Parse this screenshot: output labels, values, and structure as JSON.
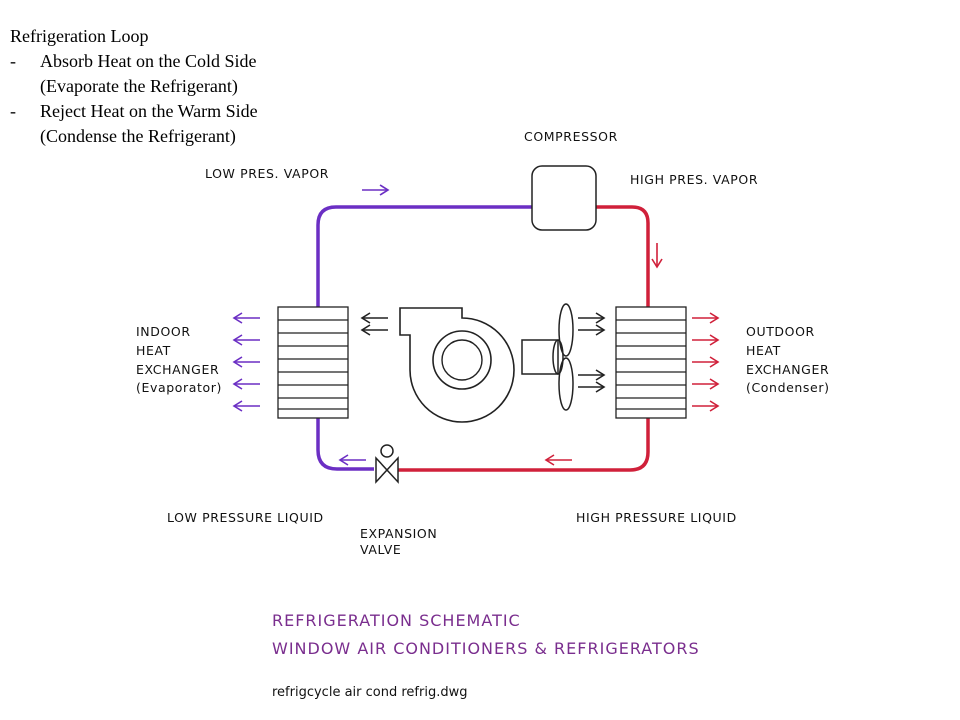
{
  "notes": {
    "title": "Refrigeration Loop",
    "bullets": [
      {
        "marker": "-",
        "line1": "Absorb Heat on the Cold Side",
        "line2": "(Evaporate the Refrigerant)"
      },
      {
        "marker": "-",
        "line1": "Reject Heat on the Warm Side",
        "line2": "(Condense the Refrigerant)"
      }
    ]
  },
  "schematic": {
    "compressor": "COMPRESSOR",
    "low_pres_vapor": "LOW PRES. VAPOR",
    "high_pres_vapor": "HIGH PRES. VAPOR",
    "indoor": [
      "INDOOR",
      "HEAT",
      "EXCHANGER",
      "(Evaporator)"
    ],
    "outdoor": [
      "OUTDOOR",
      "HEAT",
      "EXCHANGER",
      "(Condenser)"
    ],
    "low_pressure_liquid": "LOW PRESSURE LIQUID",
    "high_pressure_liquid": "HIGH PRESSURE LIQUID",
    "expansion_valve": [
      "EXPANSION",
      "VALVE"
    ],
    "title_line1": "REFRIGERATION SCHEMATIC",
    "title_line2": "WINDOW AIR CONDITIONERS & REFRIGERATORS",
    "filename": "refrigcycle air cond refrig.dwg"
  },
  "colors": {
    "low_side": "#6b2fc4",
    "high_side": "#d0203a",
    "title_text": "#7a2e8e",
    "drawing": "#222222"
  }
}
